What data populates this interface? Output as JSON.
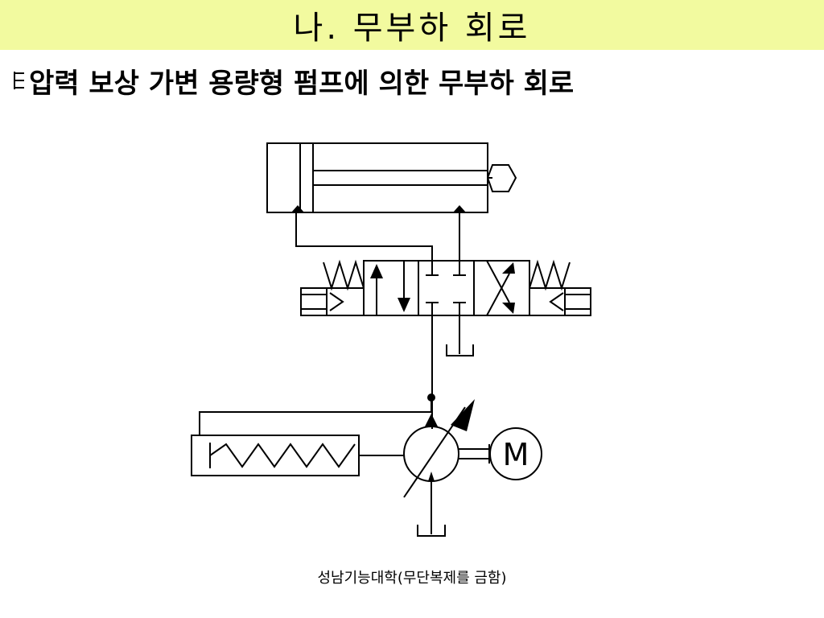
{
  "slide": {
    "title": "나. 무부하 회로",
    "subtitle": "압력 보상 가변 용량형 펌프에 의한 무부하 회로",
    "footer": "성남기능대학(무단복제를 금함)",
    "title_bar_color": "#f2fa9f"
  },
  "diagram": {
    "components": [
      {
        "name": "hydraulic-cylinder"
      },
      {
        "name": "directional-control-valve-4-3"
      },
      {
        "name": "solenoid-left"
      },
      {
        "name": "solenoid-right"
      },
      {
        "name": "spring-left"
      },
      {
        "name": "spring-right"
      },
      {
        "name": "tank-valve"
      },
      {
        "name": "tank-pump"
      },
      {
        "name": "variable-displacement-pump"
      },
      {
        "name": "electric-motor",
        "label": "M"
      },
      {
        "name": "pressure-compensator"
      }
    ]
  }
}
